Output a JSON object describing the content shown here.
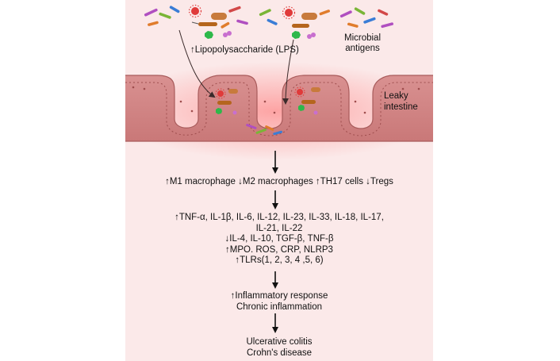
{
  "labels": {
    "lps": "↑Lipopolysaccharide (LPS)",
    "microbial_line1": "Microbial",
    "microbial_line2": "antigens",
    "leaky_line1": "Leaky",
    "leaky_line2": "intestine"
  },
  "cells": "↑M1 macrophage ↓M2 macrophages ↑TH17 cells ↓Tregs",
  "mediators": [
    "↑TNF-α, IL-1β, IL-6, IL-12, IL-23, IL-33, IL-18, IL-17,",
    "IL-21, IL-22",
    "↓IL-4, IL-10, TGF-β, TNF-β",
    "↑MPO. ROS, CRP, NLRP3",
    "↑TLRs(1, 2, 3, 4 ,5, 6)"
  ],
  "response": [
    "↑Inflammatory response",
    "Chronic inflammation"
  ],
  "outcome": [
    "Ulcerative colitis",
    "Crohn's disease"
  ]
}
